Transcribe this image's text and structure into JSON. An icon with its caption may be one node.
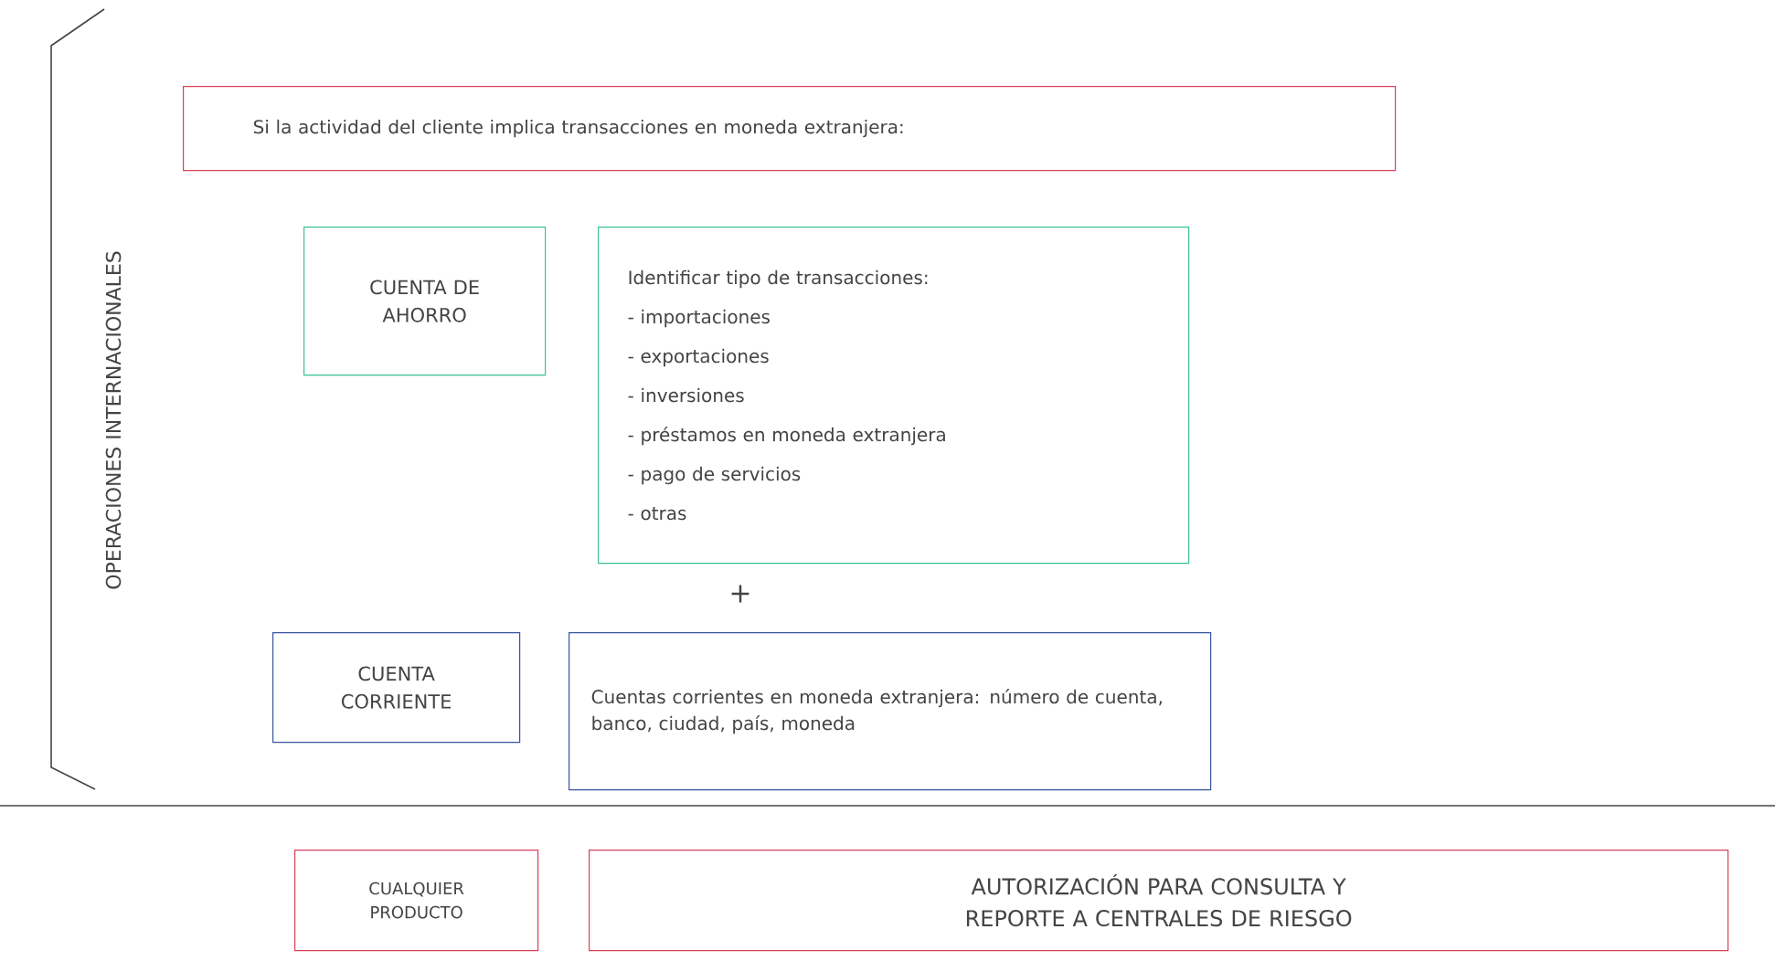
{
  "diagram": {
    "nodes": [
      {
        "text": [
          "Si la actividad del cliente implica transacciones en moneda extranjera:"
        ]
      },
      {
        "text": [
          "CUENTA DE AHORRO"
        ]
      },
      {
        "text": [
          "Identificar tipo de transacciones:",
          "- importaciones",
          "- exportaciones",
          "- inversiones",
          "- préstamos en moneda extranjera",
          "- pago de servicios",
          "- otras"
        ]
      },
      {
        "text": [
          "CUENTA CORRIENTE"
        ]
      },
      {
        "text": [
          "Cuentas corrientes en moneda extranjera: número de cuenta, banco, ciudad, país, moneda"
        ]
      },
      {
        "text": [
          "CUALQUIER PRODUCTO"
        ]
      },
      {
        "text": [
          "AUTORIZACIÓN PARA CONSULTA Y REPORTE A CENTRALES DE RIESGO"
        ]
      }
    ],
    "labels": [
      "OPERACIONES INTERNACIONALES",
      "+"
    ]
  }
}
